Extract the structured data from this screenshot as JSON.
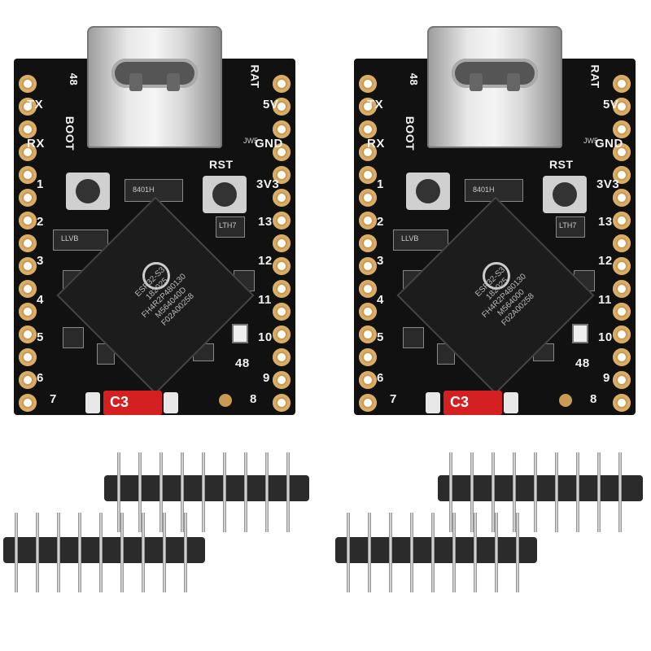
{
  "boards": [
    {
      "left_labels": [
        "TX",
        "RX",
        "1",
        "2",
        "3",
        "4",
        "5",
        "6",
        "7"
      ],
      "right_labels": [
        "RAT",
        "5V",
        "GND",
        "3V3",
        "13",
        "12",
        "11",
        "10",
        "9",
        "8"
      ],
      "top_left_label": "48",
      "boot_label": "BOOT",
      "rst_label": "RST",
      "led_label": "48",
      "chip_lines": [
        "ESP32-S3",
        "182025",
        "FH4R2P480130",
        "M564040D",
        "F02A00258"
      ],
      "marking_a": "8401H",
      "marking_b": "LLVB",
      "marking_c": "LTH7",
      "marking_d": "JW5",
      "c3_label": "C3"
    },
    {
      "left_labels": [
        "TX",
        "RX",
        "1",
        "2",
        "3",
        "4",
        "5",
        "6",
        "7"
      ],
      "right_labels": [
        "RAT",
        "5V",
        "GND",
        "3V3",
        "13",
        "12",
        "11",
        "10",
        "9",
        "8"
      ],
      "top_left_label": "48",
      "boot_label": "BOOT",
      "rst_label": "RST",
      "led_label": "48",
      "chip_lines": [
        "ESP32-S3",
        "182025",
        "FH4R2P480130",
        "M564000",
        "F02A00258"
      ],
      "marking_a": "8401H",
      "marking_b": "LLVB",
      "marking_c": "LTH7",
      "marking_d": "JW5",
      "c3_label": "C3"
    }
  ],
  "colors": {
    "pcb": "#111111",
    "pad": "#c89a52",
    "silkscreen": "#f2f2f2",
    "red_marker": "#d42020",
    "header_plastic": "#2b2b2b"
  }
}
